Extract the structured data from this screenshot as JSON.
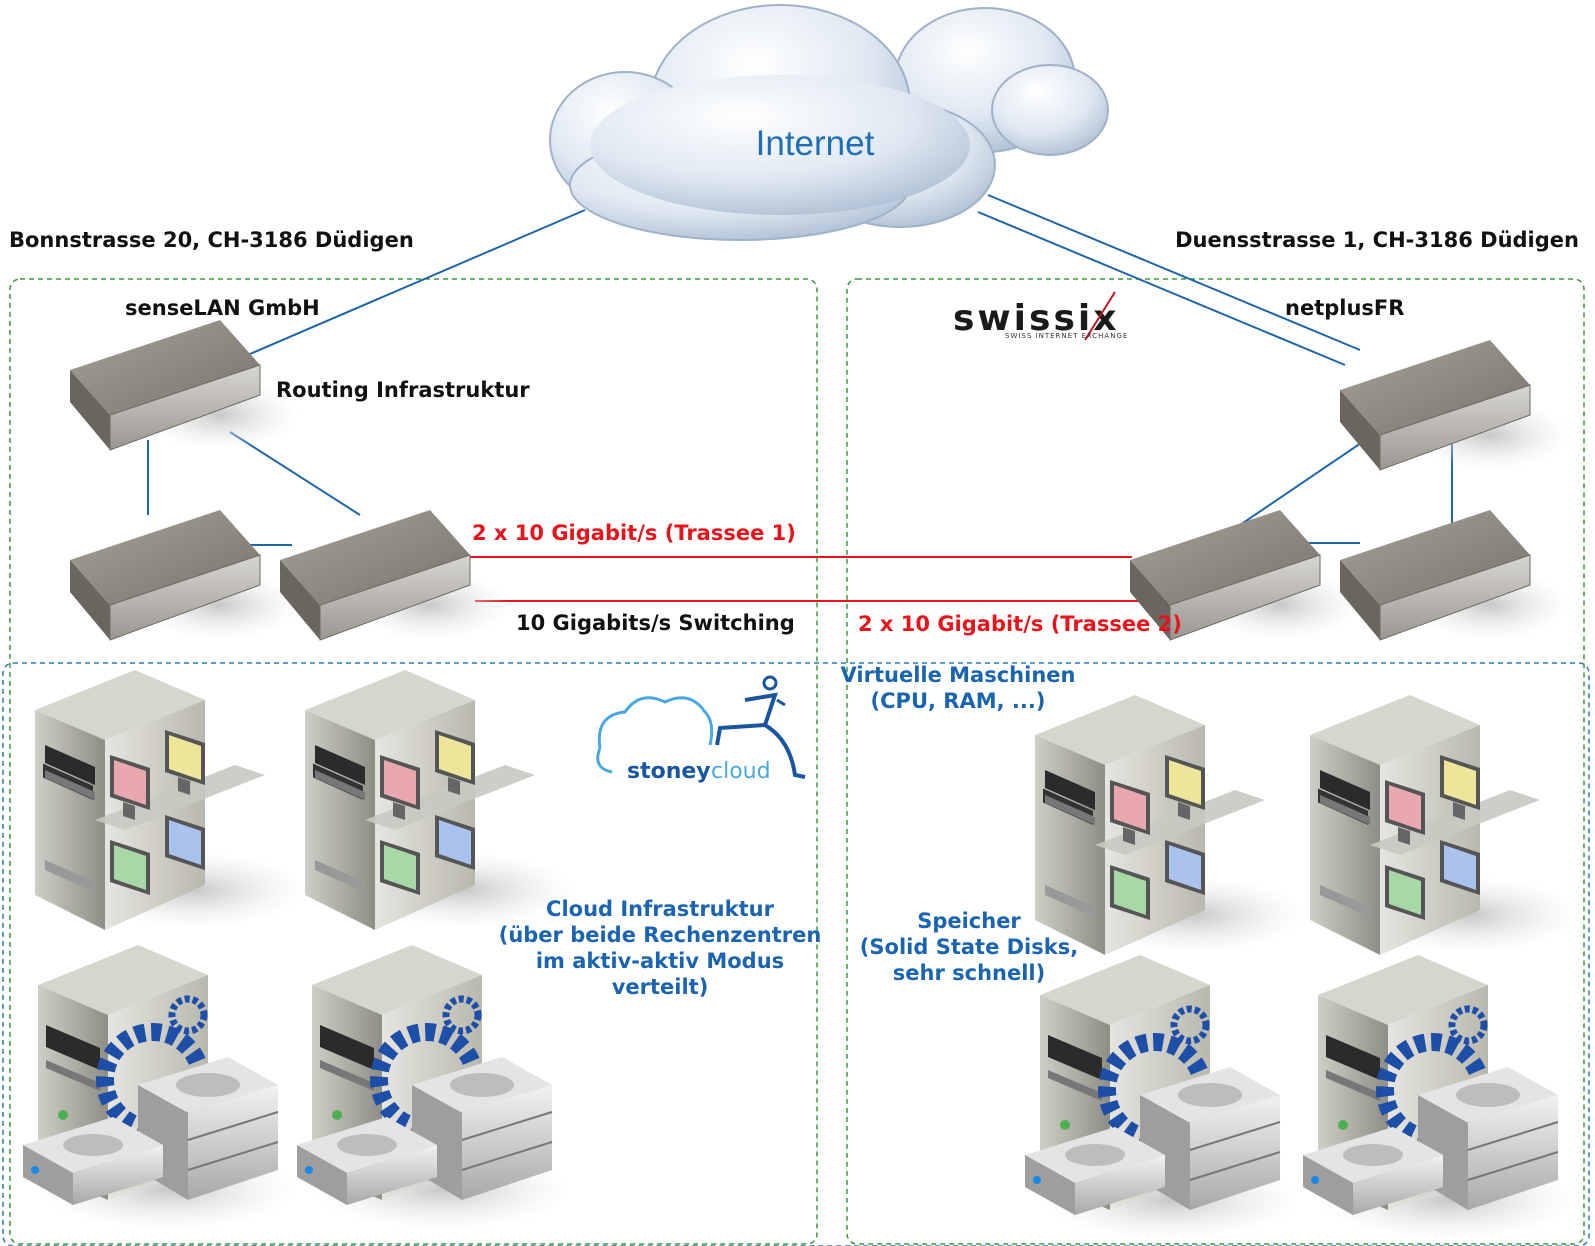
{
  "cloud": {
    "label": "Internet"
  },
  "sites": {
    "left_address": "Bonnstrasse 20, CH-3186 Düdigen",
    "right_address": "Duensstrasse 1, CH-3186 Düdigen"
  },
  "labels": {
    "senselan": "senseLAN GmbH",
    "routing": "Routing Infrastruktur",
    "switching": "10 Gigabits/s Switching",
    "netplus": "netplusFR",
    "trassee1": "2 x 10 Gigabit/s (Trassee 1)",
    "trassee2": "2 x 10 Gigabit/s (Trassee 2)",
    "vm_line1": "Virtuelle Maschinen",
    "vm_line2": "(CPU, RAM, ...)",
    "cloud_line1": "Cloud Infrastruktur",
    "cloud_line2": "(über beide Rechenzentren",
    "cloud_line3": "im aktiv-aktiv Modus",
    "cloud_line4": "verteilt)",
    "storage_line1": "Speicher",
    "storage_line2": "(Solid State Disks,",
    "storage_line3": "sehr schnell)"
  },
  "logos": {
    "swissix_word": "swissix",
    "swissix_sub": "SWISS INTERNET EXCHANGE",
    "stoney_word1": "stoney",
    "stoney_word2": "cloud"
  },
  "colors": {
    "link_blue": "#1f66a8",
    "link_red": "#e8141b",
    "site_border": "#3a9a3a",
    "cloud_border": "#2a78b8",
    "label_blue": "#1a64b0"
  },
  "icons": [
    "cloud-icon",
    "router-icon",
    "switch-icon",
    "vm-server-icon",
    "storage-server-icon"
  ]
}
